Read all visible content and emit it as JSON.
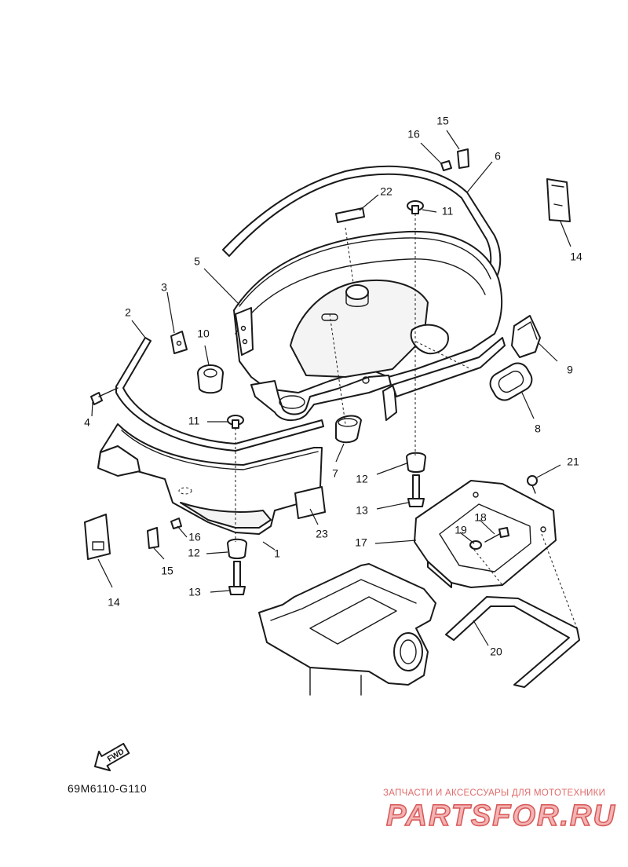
{
  "callouts": [
    {
      "id": "1",
      "label": "1"
    },
    {
      "id": "2",
      "label": "2"
    },
    {
      "id": "3",
      "label": "3"
    },
    {
      "id": "4",
      "label": "4"
    },
    {
      "id": "5",
      "label": "5"
    },
    {
      "id": "6",
      "label": "6"
    },
    {
      "id": "7",
      "label": "7"
    },
    {
      "id": "8",
      "label": "8"
    },
    {
      "id": "9",
      "label": "9"
    },
    {
      "id": "10",
      "label": "10"
    },
    {
      "id": "11a",
      "label": "11"
    },
    {
      "id": "11b",
      "label": "11"
    },
    {
      "id": "12a",
      "label": "12"
    },
    {
      "id": "12b",
      "label": "12"
    },
    {
      "id": "13a",
      "label": "13"
    },
    {
      "id": "13b",
      "label": "13"
    },
    {
      "id": "14a",
      "label": "14"
    },
    {
      "id": "14b",
      "label": "14"
    },
    {
      "id": "15a",
      "label": "15"
    },
    {
      "id": "15b",
      "label": "15"
    },
    {
      "id": "16a",
      "label": "16"
    },
    {
      "id": "16b",
      "label": "16"
    },
    {
      "id": "17",
      "label": "17"
    },
    {
      "id": "18",
      "label": "18"
    },
    {
      "id": "19",
      "label": "19"
    },
    {
      "id": "20",
      "label": "20"
    },
    {
      "id": "21",
      "label": "21"
    },
    {
      "id": "22",
      "label": "22"
    },
    {
      "id": "23",
      "label": "23"
    }
  ],
  "fwd_label": "FWD",
  "diagram_code": "69M6110-G110",
  "watermark": {
    "tagline": "ЗАПЧАСТИ И АКСЕССУАРЫ ДЛЯ МОТОТЕХНИКИ",
    "brand": "PARTSFOR.RU",
    "color": "#d95757"
  }
}
